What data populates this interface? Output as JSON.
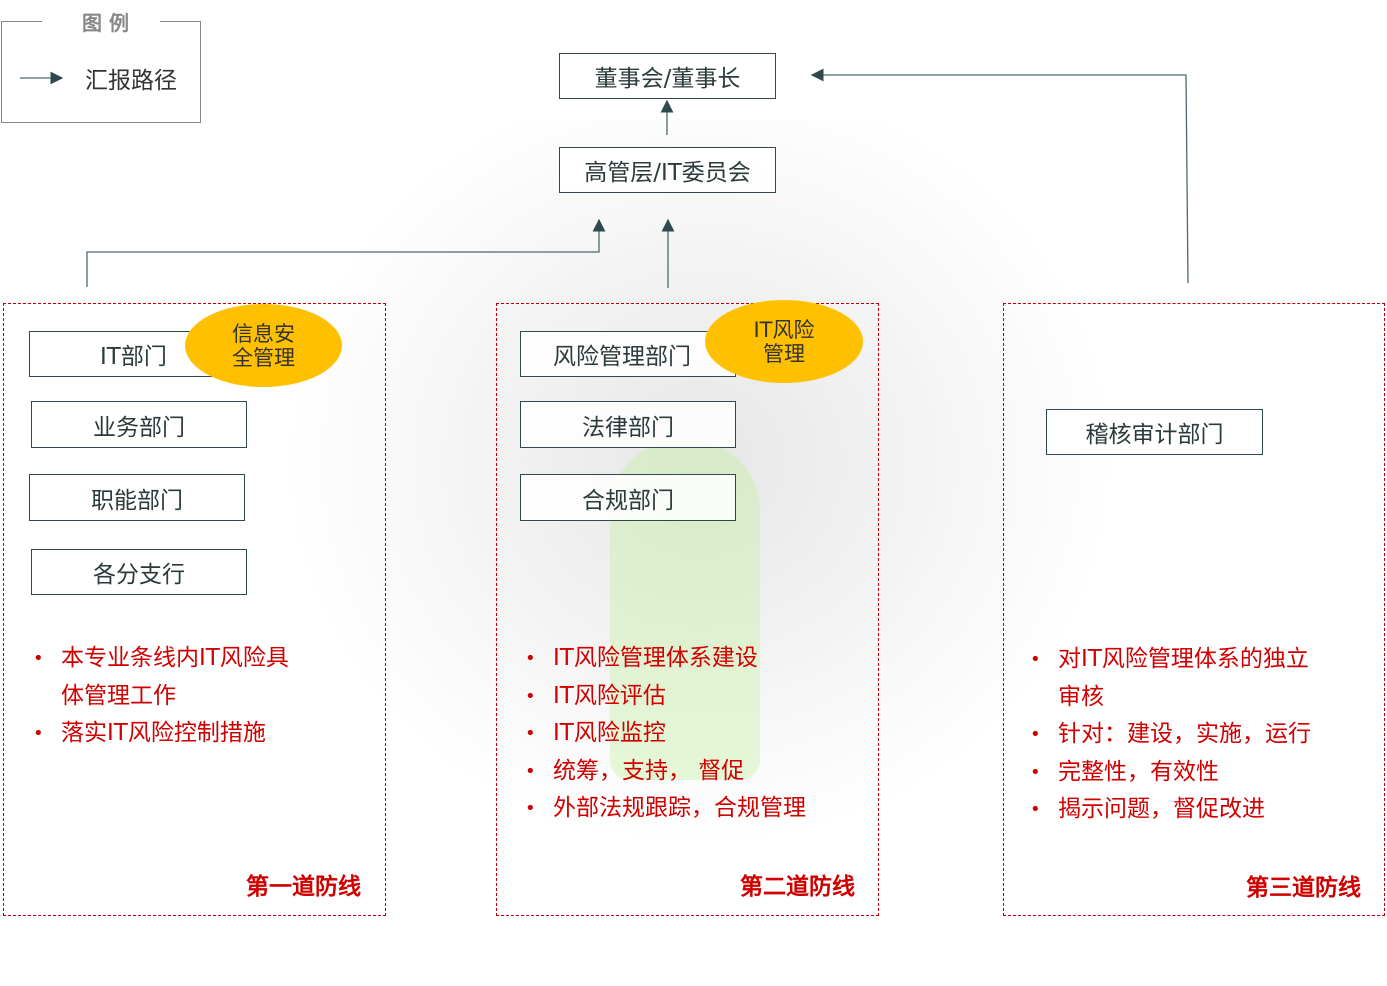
{
  "legend": {
    "title": "图 例",
    "item": "汇报路径"
  },
  "top": {
    "board": "董事会/董事长",
    "senior": "高管层/IT委员会"
  },
  "lines": [
    {
      "depts": [
        "IT部门",
        "业务部门",
        "职能部门",
        "各分支行"
      ],
      "badge": [
        "信息安",
        "全管理"
      ],
      "bullets": [
        "本专业条线内IT风险具",
        "体管理工作",
        "落实IT风险控制措施"
      ],
      "footer": "第一道防线"
    },
    {
      "depts": [
        "风险管理部门",
        "法律部门",
        "合规部门"
      ],
      "badge": [
        "IT风险",
        "管理"
      ],
      "bullets": [
        "IT风险管理体系建设",
        "IT风险评估",
        "IT风险监控",
        "统筹，支持， 督促",
        "外部法规跟踪，合规管理"
      ],
      "footer": "第二道防线"
    },
    {
      "depts": [
        "稽核审计部门"
      ],
      "bullets": [
        "对IT风险管理体系的独立",
        "审核",
        "针对：建设，实施，运行",
        "完整性，有效性",
        "揭示问题，督促改进"
      ],
      "footer": "第三道防线"
    }
  ],
  "colors": {
    "accent": "#ffc000",
    "red": "#d00000",
    "border": "#2f4a4f"
  }
}
